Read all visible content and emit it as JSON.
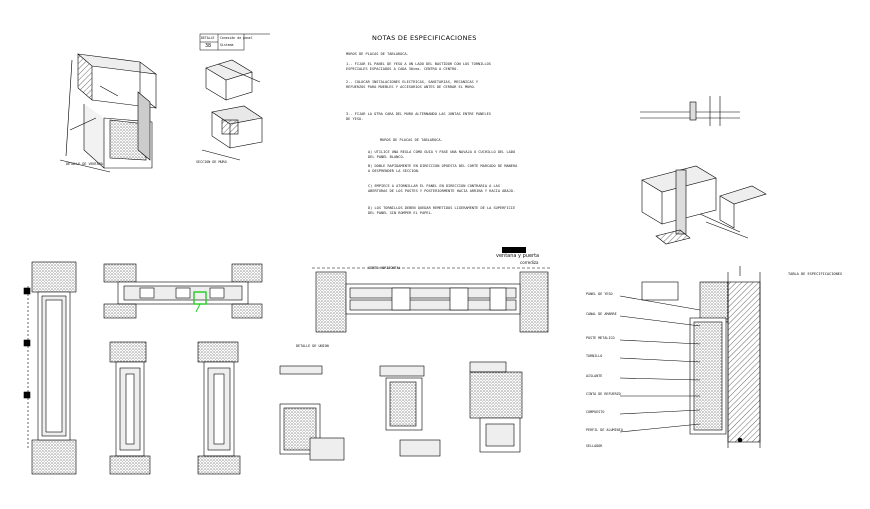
{
  "sheet": {
    "title": "NOTAS DE ESPECIFICACIONES",
    "legend_label": "ventana y puerta",
    "legend_sub": "corrediza",
    "detail_tag": {
      "a": "DETALLE",
      "num": "38",
      "b": "Conexión de panel",
      "c": "Sistema"
    },
    "notes": [
      "MUROS DE PLACAS DE TABLAROCA.",
      "1.- FIJAR EL PANEL DE YESO A UN LADO DEL BASTIDOR CON LOS TORNILLOS ESPECIALES ESPACIADOS A CADA 30cms. CENTRO A CENTRO.",
      "2.- COLOCAR INSTALACIONES ELECTRICAS, SANITARIAS, MECANICAS Y REFUERZOS PARA MUEBLES Y ACCESORIOS ANTES DE CERRAR EL MURO.",
      "3.- FIJAR LA OTRA CARA DEL MURO ALTERNANDO LAS JUNTAS ENTRE PANELES DE YESO.",
      "MUROS DE PLACAS DE TABLAROCA.",
      "A) UTILICE UNA REGLA COMO GUIA Y PASE UNA NAVAJA O CUCHILLO DEL LADO DEL PANEL BLANCO.",
      "B) DOBLE RAPIDAMENTE EN DIRECCION OPUESTA DEL CORTE MARCADO DE MANERA A DESPRENDER LA SECCION.",
      "C) EMPIECE A ATORNILLAR EL PANEL EN DIRECCION CONTRARIA A LAS ABERTURAS DE LOS POSTES Y POSTERIORMENTE HACIA ARRIBA Y HACIA ABAJO.",
      "D) LOS TORNILLOS DEBEN QUEDAR REMETIDOS LIGERAMENTE DE LA SUPERFICIE DEL PANEL SIN ROMPER EL PAPEL."
    ],
    "section_labels": [
      "SECCION DE MURO",
      "DETALLE DE VENTANA",
      "CORTE HORIZONTAL",
      "DETALLE DE UNION"
    ],
    "right_table_title": "TABLA DE ESPECIFICACIONES",
    "callouts": [
      "PANEL DE YESO",
      "CANAL DE AMARRE",
      "POSTE METALICO",
      "TORNILLO",
      "AISLANTE",
      "CINTA DE REFUERZO",
      "COMPUESTO",
      "PERFIL DE ALUMINIO",
      "SELLADOR"
    ],
    "colors": {
      "line": "#000000",
      "hatch": "#555555",
      "accent": "#22cc22",
      "fill": "#dddddd"
    }
  }
}
